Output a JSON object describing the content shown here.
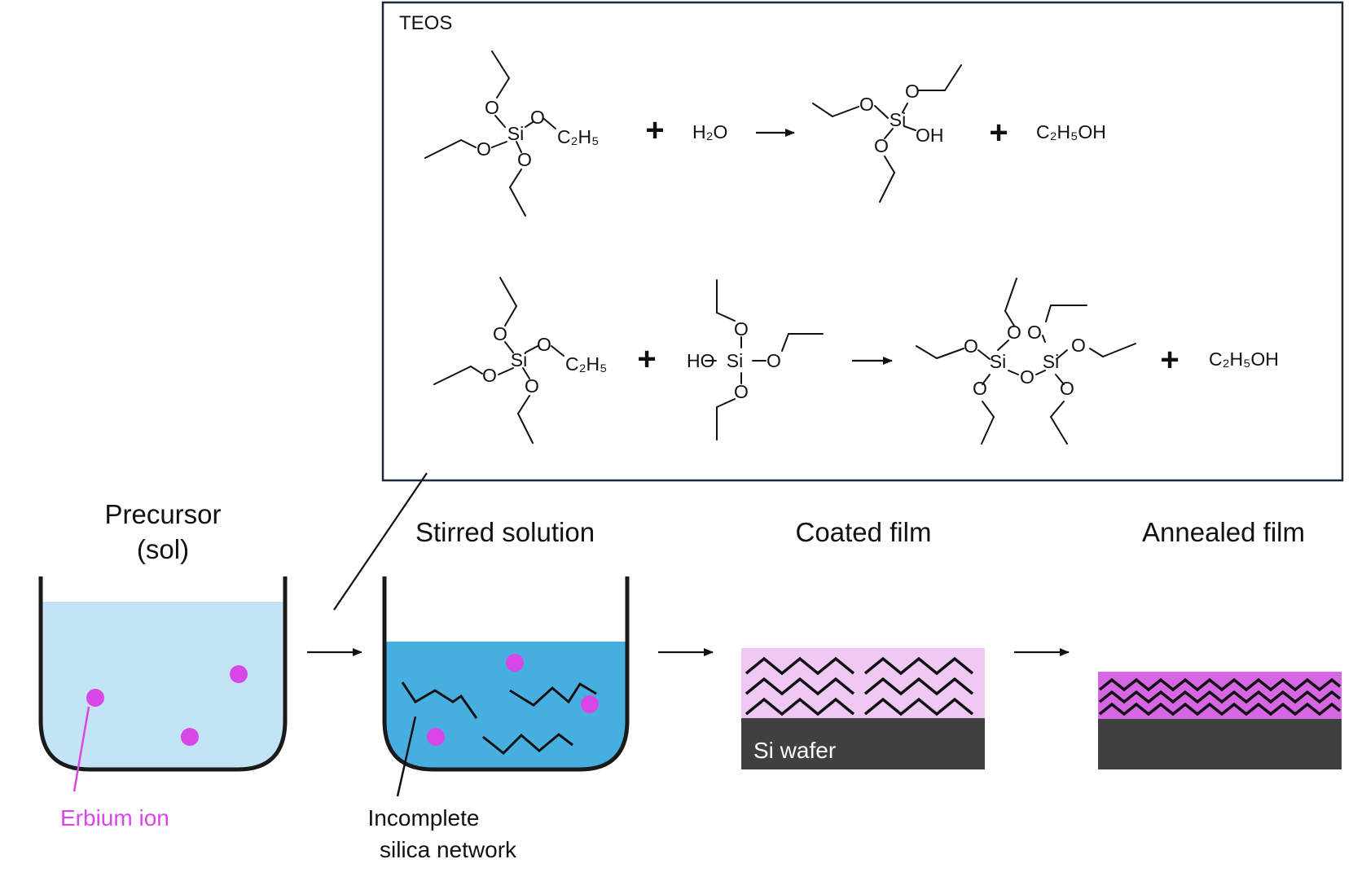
{
  "reaction_box": {
    "label": "TEOS",
    "reaction1": {
      "reactant_sub": "C₂H₅",
      "plus1": "+",
      "water": "H₂O",
      "product_oh": "OH",
      "plus2": "+",
      "byproduct": "C₂H₅OH"
    },
    "reaction2": {
      "reactant_sub": "C₂H₅",
      "plus1": "+",
      "ho": "HO",
      "plus2": "+",
      "byproduct": "C₂H₅OH"
    },
    "atom_si": "Si",
    "atom_o": "O"
  },
  "stages": {
    "precursor_line1": "Precursor",
    "precursor_line2": "(sol)",
    "stirred": "Stirred solution",
    "coated": "Coated film",
    "annealed": "Annealed film"
  },
  "annotations": {
    "erbium_ion": "Erbium ion",
    "network_line1": "Incomplete",
    "network_line2": "silica network",
    "si_wafer": "Si wafer"
  },
  "colors": {
    "sol_light": "#c2e4f4",
    "solution_blue": "#47aee0",
    "erbium": "#d946e8",
    "film_light": "#f0c8f4",
    "film_dark": "#d666e4",
    "wafer": "#404040",
    "outline": "#1a1a1a"
  }
}
